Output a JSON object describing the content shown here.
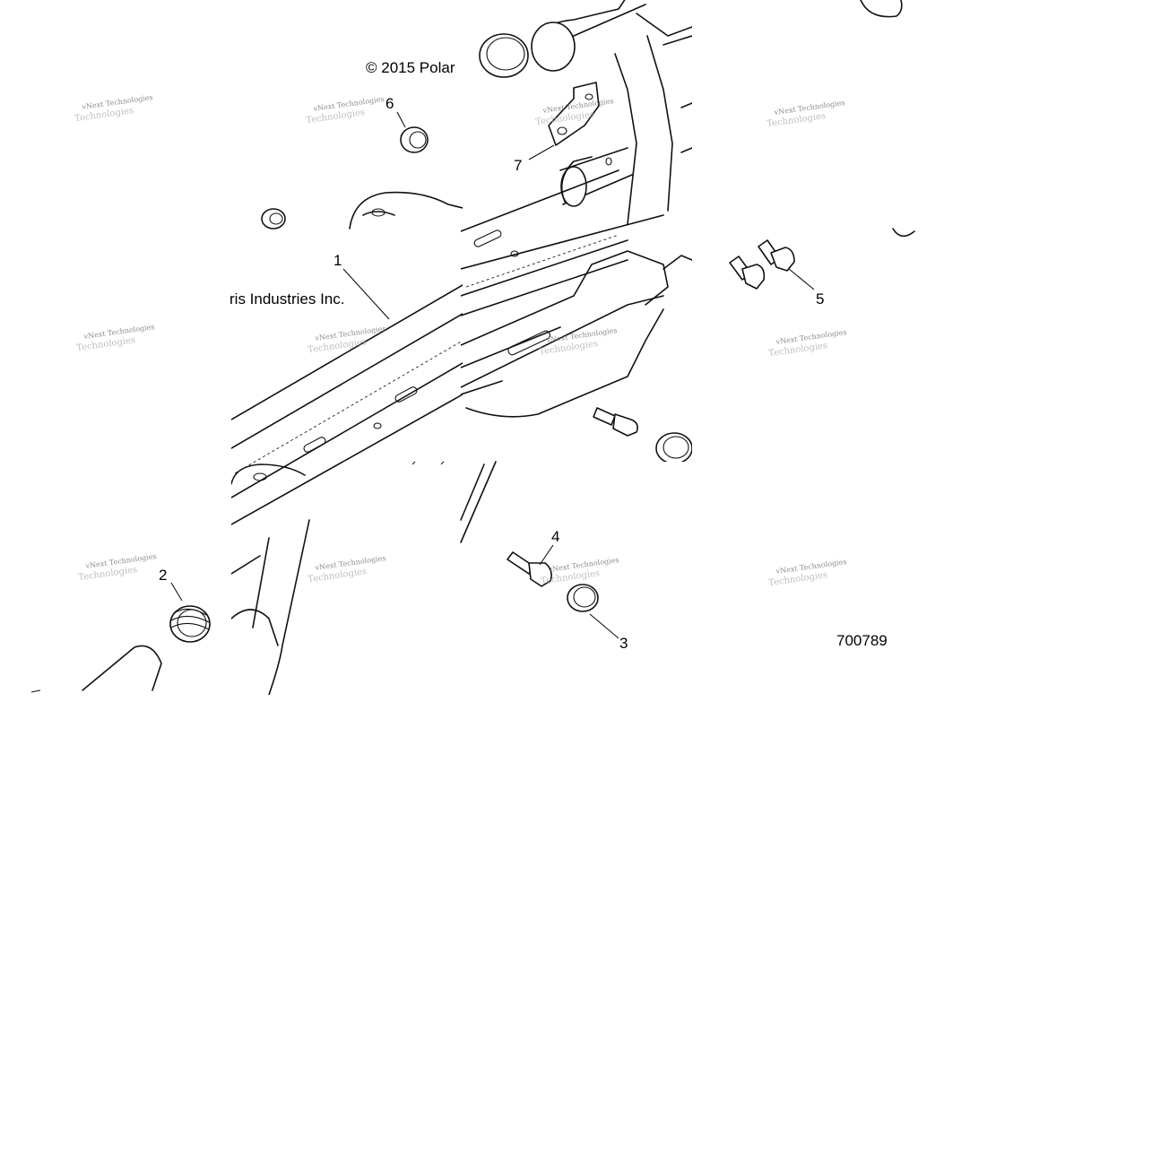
{
  "diagram": {
    "copyright_left": "© 2015 Polar",
    "copyright_right": "ris Industries Inc.",
    "figure_number": "700789",
    "callouts": [
      "1",
      "2",
      "3",
      "4",
      "5",
      "6",
      "7"
    ],
    "watermark": {
      "line1": "vNext Technologies",
      "line2": "Technologies"
    }
  }
}
